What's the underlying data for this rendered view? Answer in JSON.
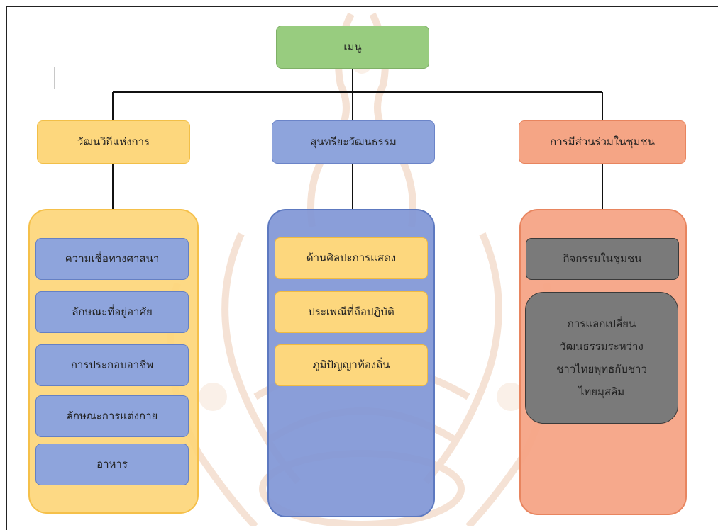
{
  "root": {
    "label": "เมนู"
  },
  "branches": [
    {
      "label": "วัฒนวิถีแห่งการ",
      "items": [
        "ความเชื่อทางศาสนา",
        "ลักษณะที่อยู่อาศัย",
        "การประกอบอาชีพ",
        "ลักษณะการแต่งกาย",
        "อาหาร"
      ]
    },
    {
      "label": "สุนทรียะวัฒนธรรม",
      "items": [
        "ด้านศิลปะการแสดง",
        "ประเพณีที่ถือปฏิบัติ",
        "ภูมิปัญญาท้องถิ่น"
      ]
    },
    {
      "label": "การมีส่วนร่วมในชุมชน",
      "items": [
        "กิจกรรมในชุมชน"
      ],
      "detail_lines": [
        "การแลกเปลี่ยน",
        "วัฒนธรรมระหว่าง",
        "ชาวไทยพุทธกับชาว",
        "ไทยมุสลิม"
      ]
    }
  ],
  "colors": {
    "root": "#98cc7f",
    "yellow": "#fdd77d",
    "blue": "#8ea4dc",
    "orange": "#f5a585",
    "gray": "#7a7a7a",
    "connector": "#111111"
  }
}
